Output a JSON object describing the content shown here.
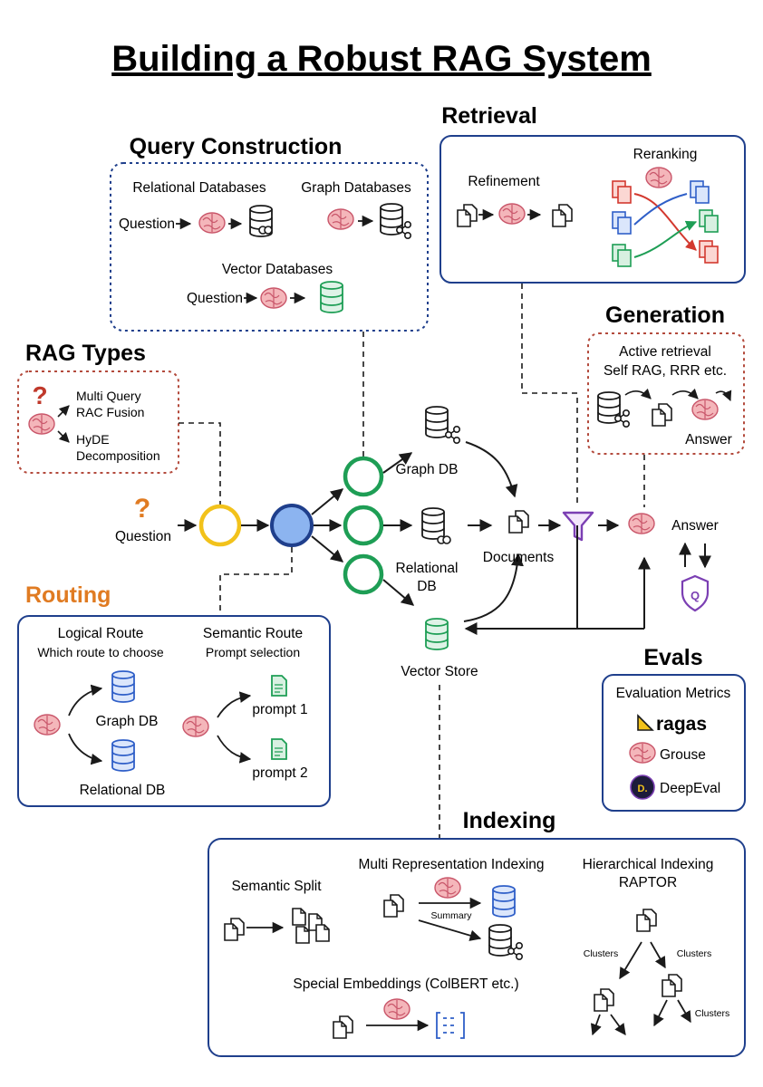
{
  "title": "Building a Robust RAG System",
  "query_construction": {
    "heading": "Query Construction",
    "relational_db": "Relational Databases",
    "graph_db": "Graph Databases",
    "vector_db": "Vector Databases",
    "question": "Question"
  },
  "retrieval": {
    "heading": "Retrieval",
    "refinement": "Refinement",
    "reranking": "Reranking"
  },
  "generation": {
    "heading": "Generation",
    "line1": "Active retrieval",
    "line2": "Self RAG, RRR etc.",
    "answer": "Answer"
  },
  "rag_types": {
    "heading": "RAG Types",
    "items": [
      "Multi Query",
      "RAC Fusion",
      "HyDE",
      "Decomposition"
    ]
  },
  "main_flow": {
    "question": "Question",
    "graph_db": "Graph DB",
    "relational_db": [
      "Relational",
      "DB"
    ],
    "vector_store": "Vector Store",
    "documents": "Documents",
    "answer": "Answer"
  },
  "routing": {
    "heading": "Routing",
    "logical_title": "Logical Route",
    "logical_sub": "Which route to choose",
    "semantic_title": "Semantic Route",
    "semantic_sub": "Prompt selection",
    "graph_db": "Graph DB",
    "relational_db": "Relational DB",
    "prompt1": "prompt 1",
    "prompt2": "prompt 2"
  },
  "evals": {
    "heading": "Evals",
    "subtitle": "Evaluation Metrics",
    "tools": [
      "ragas",
      "Grouse",
      "DeepEval"
    ],
    "deepeval_badge": "D."
  },
  "indexing": {
    "heading": "Indexing",
    "semantic_split": "Semantic Split",
    "multi_rep": "Multi Representation Indexing",
    "summary": "Summary",
    "hierarchical": "Hierarchical Indexing",
    "raptor": "RAPTOR",
    "clusters": "Clusters",
    "special": "Special Embeddings (ColBERT etc.)"
  },
  "colors": {
    "navy": "#1f3f8c",
    "orange": "#e07b22",
    "red_dotted": "#b34a3c",
    "yellow": "#f2c21b",
    "blue": "#2f5fc8",
    "green": "#1e9e55",
    "purple": "#7b3fb3",
    "brain": "#e9a0a6"
  }
}
